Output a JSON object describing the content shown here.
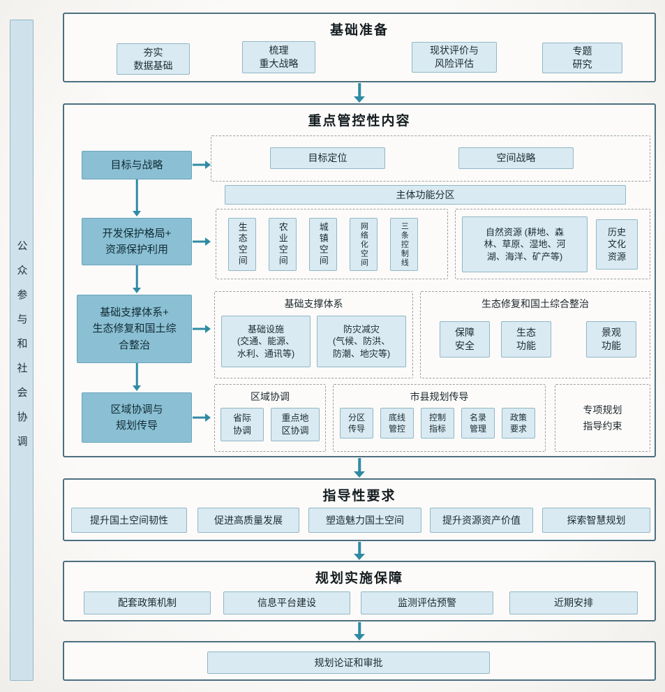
{
  "colors": {
    "teal_fill": "#8bc0d4",
    "teal_border": "#69a3ba",
    "light_fill": "#d9eaf2",
    "light_border": "#92b6c6",
    "panel_border": "#4d6f80",
    "arrow": "#2f8ba4",
    "sidebar_fill": "#cfe2ec"
  },
  "sidebar": {
    "label": "公众参与和社会协调"
  },
  "prep": {
    "title": "基础准备",
    "items": [
      "夯实\n数据基础",
      "梳理\n重大战略",
      "现状评价与\n风险评估",
      "专题\n研究"
    ]
  },
  "main": {
    "title": "重点管控性内容",
    "goals": {
      "left": "目标与战略",
      "items": [
        "目标定位",
        "空间战略"
      ]
    },
    "zoning_bar": "主体功能分区",
    "pattern": {
      "left": "开发保护格局+\n资源保护利用",
      "spaces": [
        "生态空间",
        "农业空间",
        "城镇空间",
        "网络化空间",
        "三条控制线"
      ],
      "natural_resources": "自然资源 (耕地、森\n林、草原、湿地、河\n湖、海洋、矿产等)",
      "history": "历史\n文化\n资源"
    },
    "support": {
      "left": "基础支撑体系+\n生态修复和国土综\n合整治",
      "support_title": "基础支撑体系",
      "support_items": [
        "基础设施\n(交通、能源、\n水利、通讯等)",
        "防灾减灾\n(气候、防洪、\n防潮、地灾等)"
      ],
      "eco_title": "生态修复和国土综合整治",
      "eco_items": [
        "保障\n安全",
        "生态\n功能",
        "景观\n功能"
      ]
    },
    "coordination": {
      "left": "区域协调与\n规划传导",
      "regional_title": "区域协调",
      "regional_items": [
        "省际\n协调",
        "重点地\n区协调"
      ],
      "transmission_title": "市县规划传导",
      "transmission_items": [
        "分区\n传导",
        "底线\n管控",
        "控制\n指标",
        "名录\n管理",
        "政策\n要求"
      ],
      "special": "专项规划\n指导约束"
    }
  },
  "guidance": {
    "title": "指导性要求",
    "items": [
      "提升国土空间韧性",
      "促进高质量发展",
      "塑造魅力国土空间",
      "提升资源资产价值",
      "探索智慧规划"
    ]
  },
  "implementation": {
    "title": "规划实施保障",
    "items": [
      "配套政策机制",
      "信息平台建设",
      "监测评估预警",
      "近期安排"
    ]
  },
  "approval": {
    "item": "规划论证和审批"
  }
}
